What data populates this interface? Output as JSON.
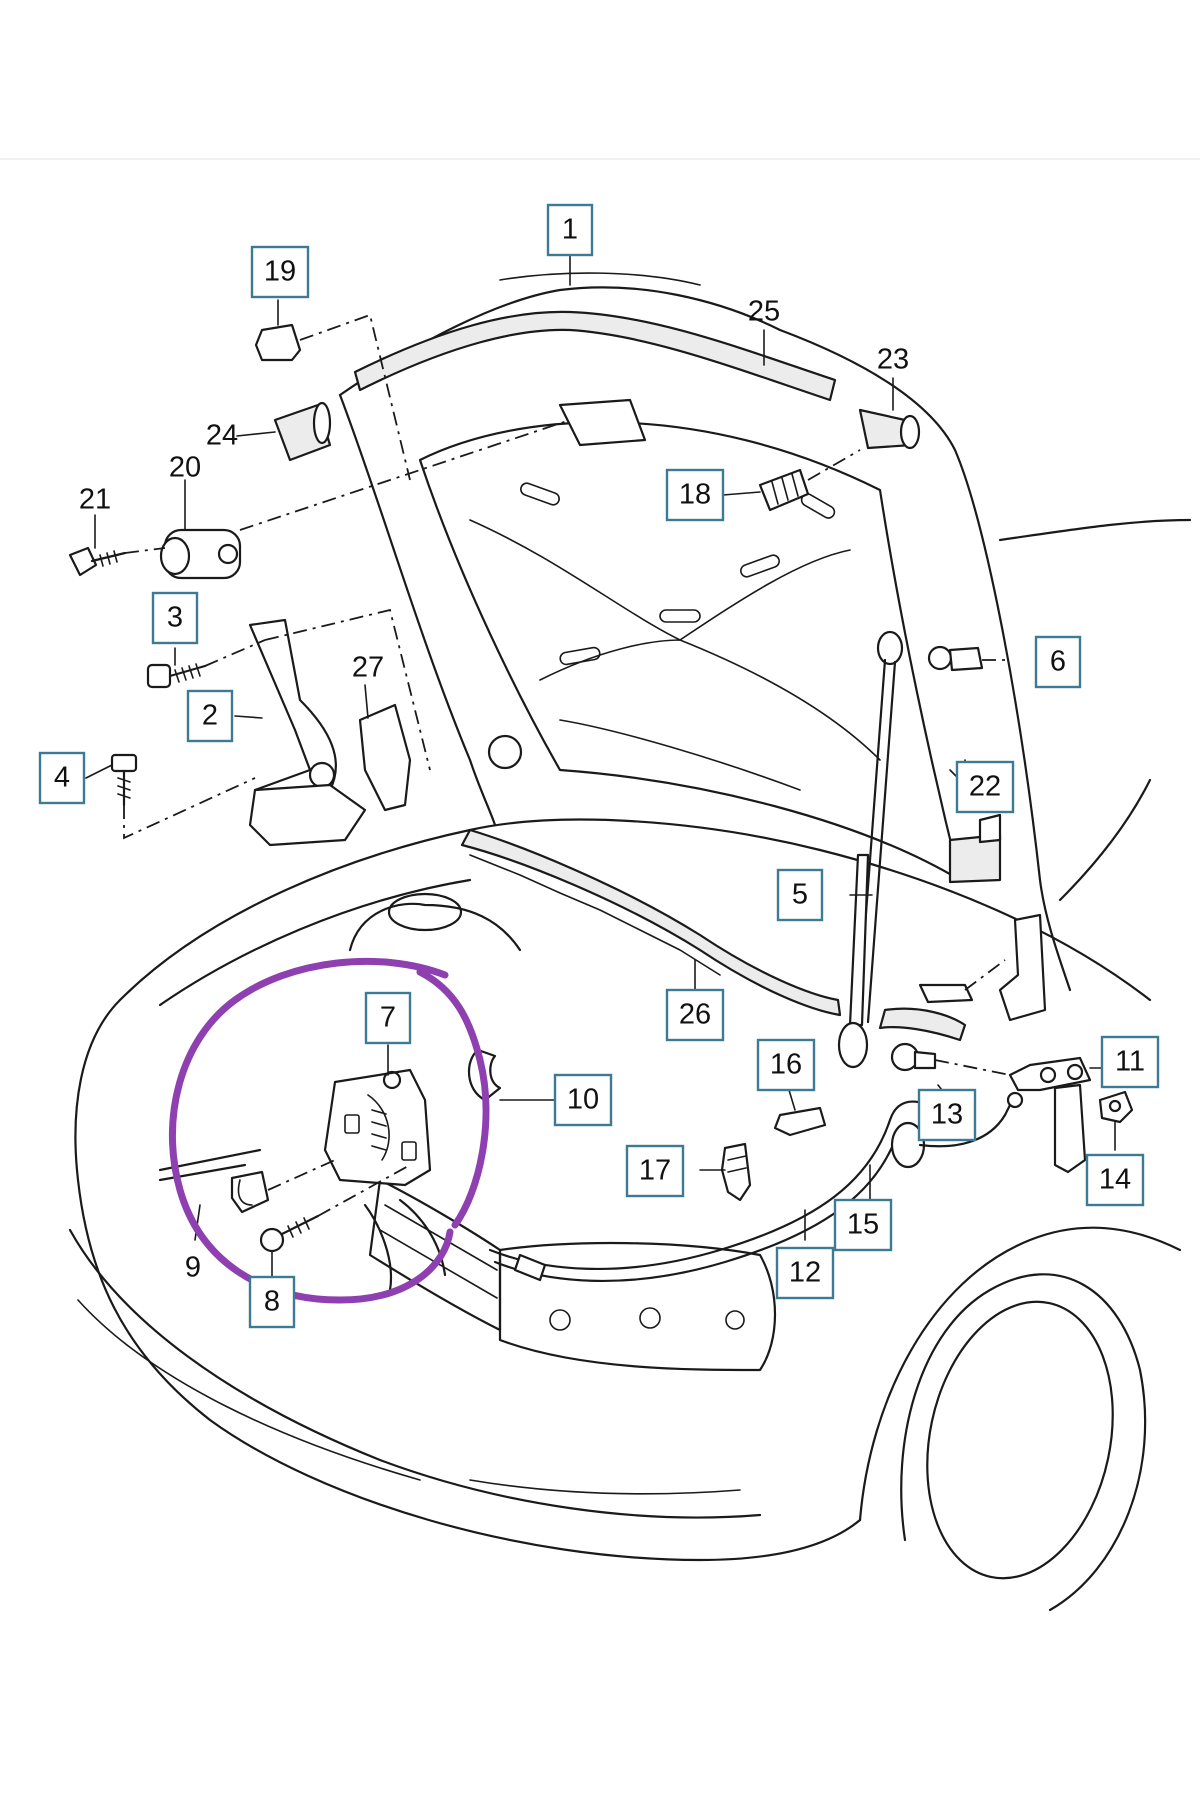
{
  "callouts": [
    {
      "id": "1",
      "text": "1",
      "boxed": true
    },
    {
      "id": "2",
      "text": "2",
      "boxed": true
    },
    {
      "id": "3",
      "text": "3",
      "boxed": true
    },
    {
      "id": "4",
      "text": "4",
      "boxed": true
    },
    {
      "id": "5",
      "text": "5",
      "boxed": true
    },
    {
      "id": "6",
      "text": "6",
      "boxed": true
    },
    {
      "id": "7",
      "text": "7",
      "boxed": true
    },
    {
      "id": "8",
      "text": "8",
      "boxed": true
    },
    {
      "id": "9",
      "text": "9",
      "boxed": false
    },
    {
      "id": "10",
      "text": "10",
      "boxed": true
    },
    {
      "id": "11",
      "text": "11",
      "boxed": true
    },
    {
      "id": "12",
      "text": "12",
      "boxed": true
    },
    {
      "id": "13",
      "text": "13",
      "boxed": true
    },
    {
      "id": "14",
      "text": "14",
      "boxed": true
    },
    {
      "id": "15",
      "text": "15",
      "boxed": true
    },
    {
      "id": "16",
      "text": "16",
      "boxed": true
    },
    {
      "id": "17",
      "text": "17",
      "boxed": true
    },
    {
      "id": "18",
      "text": "18",
      "boxed": true
    },
    {
      "id": "19",
      "text": "19",
      "boxed": true
    },
    {
      "id": "20",
      "text": "20",
      "boxed": false
    },
    {
      "id": "21",
      "text": "21",
      "boxed": false
    },
    {
      "id": "22",
      "text": "22",
      "boxed": true
    },
    {
      "id": "23",
      "text": "23",
      "boxed": false
    },
    {
      "id": "24",
      "text": "24",
      "boxed": false
    },
    {
      "id": "25",
      "text": "25",
      "boxed": false
    },
    {
      "id": "26",
      "text": "26",
      "boxed": true
    },
    {
      "id": "27",
      "text": "27",
      "boxed": false
    }
  ],
  "colors": {
    "line": "#1a1a1a",
    "callout_border": "#3d7a94",
    "highlight": "#8e3fb0",
    "background": "#ffffff"
  },
  "highlight": {
    "encircles": "7"
  }
}
